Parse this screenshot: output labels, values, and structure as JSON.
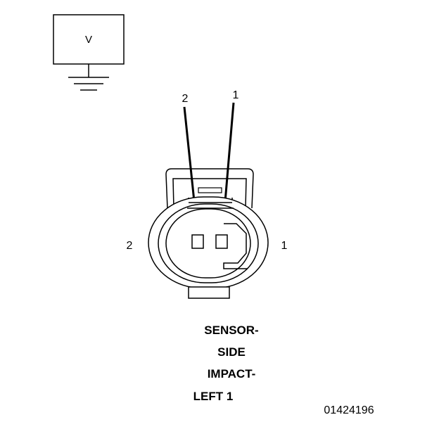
{
  "meter": {
    "label": "V"
  },
  "arrow_labels": {
    "pin_2": "2",
    "pin_1": "1"
  },
  "side_labels": {
    "left": "2",
    "right": "1"
  },
  "connector_title": [
    "SENSOR-",
    "SIDE",
    "IMPACT-",
    "LEFT 1"
  ],
  "figure_code": "01424196",
  "colors": {
    "line": "#000000",
    "background": "#ffffff"
  }
}
